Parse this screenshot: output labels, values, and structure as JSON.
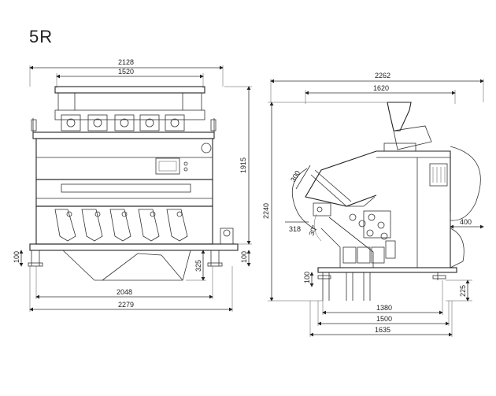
{
  "title": "5R",
  "front_view": {
    "dims": {
      "overall_top": "2128",
      "inner_top": "1520",
      "height": "1915",
      "leg_left": "100",
      "leg_right": "100",
      "hopper": "325",
      "base_inner": "2048",
      "base_outer": "2279"
    }
  },
  "side_view": {
    "dims": {
      "top_overall": "2262",
      "top_inner": "1620",
      "height": "2240",
      "chute_len": "300",
      "chute_offset": "318",
      "angle": "30°",
      "right_ext": "400",
      "leg_left": "100",
      "leg_right": "225",
      "base_1": "1380",
      "base_2": "1500",
      "base_3": "1635"
    }
  }
}
